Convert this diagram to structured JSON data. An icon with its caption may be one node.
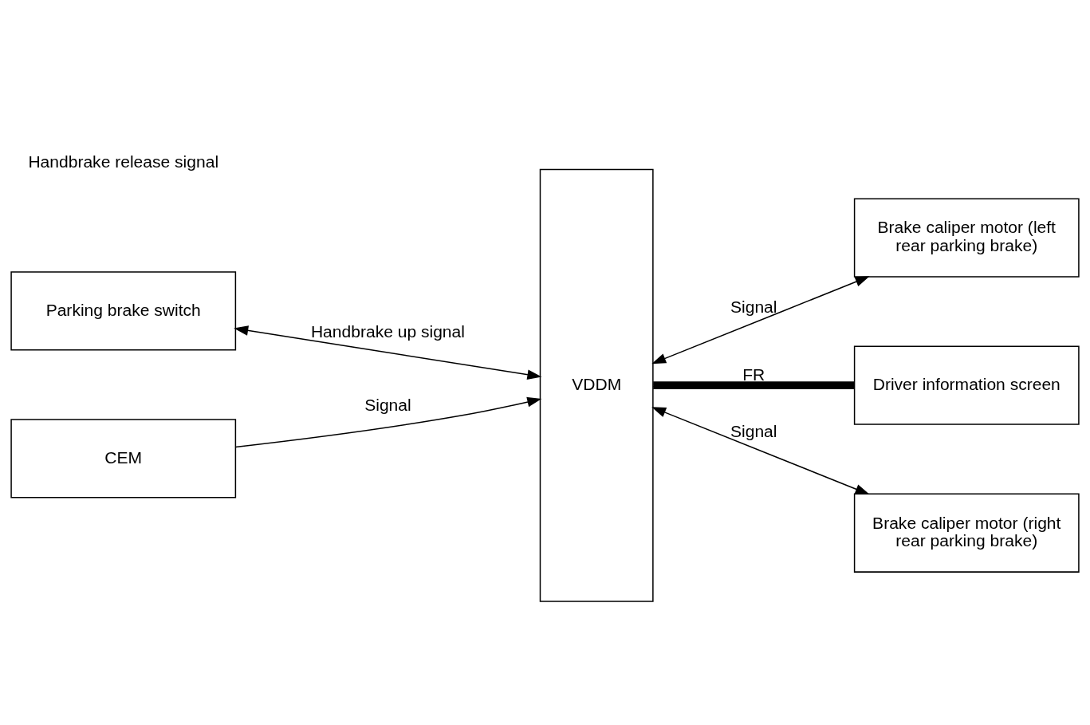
{
  "diagram": {
    "nodes": [
      {
        "text": [
          "Parking brake switch"
        ]
      },
      {
        "text": [
          "CEM"
        ]
      },
      {
        "text": [
          "VDDM"
        ]
      },
      {
        "text": [
          "Brake caliper motor (left rear parking brake)"
        ]
      },
      {
        "text": [
          "Driver information screen"
        ]
      },
      {
        "text": [
          "Brake caliper motor (right rear parking brake)"
        ]
      }
    ],
    "edges": [
      {
        "from": 0,
        "to": 2,
        "arrow": "both",
        "label": "Handbrake up signal"
      },
      {
        "from": 1,
        "to": 2,
        "arrow": "to",
        "label": "Signal"
      },
      {
        "from": 2,
        "to": 3,
        "arrow": "both",
        "label": "Signal"
      },
      {
        "from": 2,
        "to": 4,
        "arrow": "none",
        "label": "FR",
        "style": "thick"
      },
      {
        "from": 2,
        "to": 5,
        "arrow": "both",
        "label": "Signal"
      }
    ],
    "labels": [
      "Handbrake release signal"
    ]
  }
}
